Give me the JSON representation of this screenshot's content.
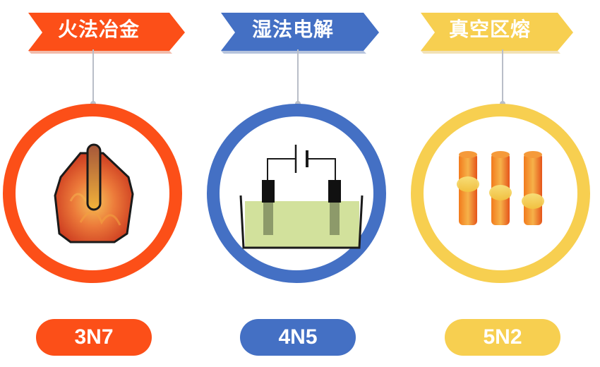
{
  "methods": [
    {
      "label": "火法冶金",
      "purity": "3N7",
      "color": "#fc4f18",
      "icon": "furnace-icon"
    },
    {
      "label": "湿法电解",
      "purity": "4N5",
      "color": "#4470c4",
      "icon": "electrolysis-cell-icon"
    },
    {
      "label": "真空区熔",
      "purity": "5N2",
      "color": "#f7cf50",
      "icon": "zone-melting-rods-icon"
    }
  ]
}
